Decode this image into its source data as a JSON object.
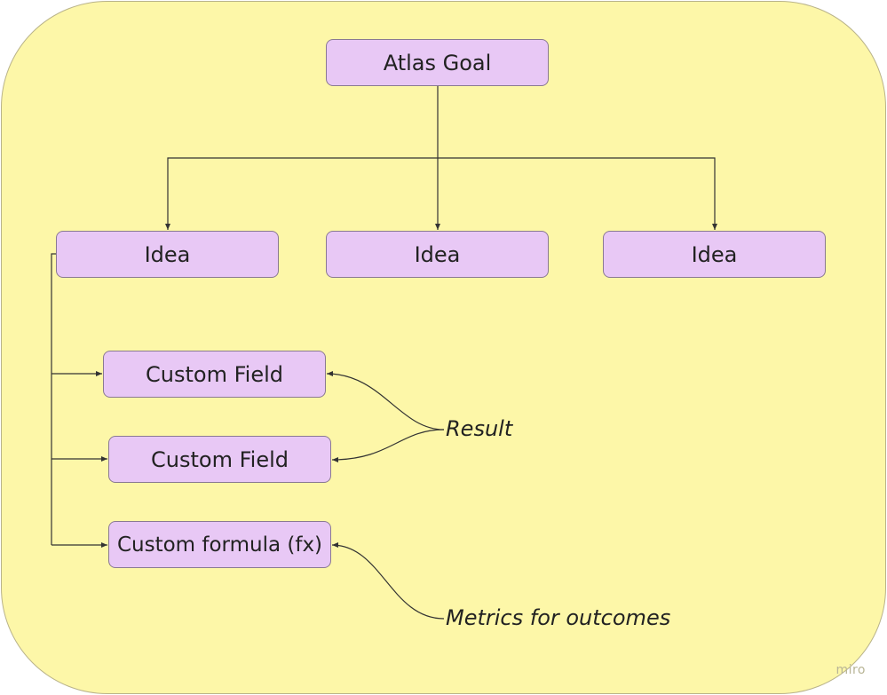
{
  "diagram": {
    "colors": {
      "board": "#fdf7a8",
      "node": "#e8c8f5",
      "line": "#333333"
    },
    "goal": {
      "label": "Atlas Goal"
    },
    "ideas": [
      {
        "label": "Idea"
      },
      {
        "label": "Idea"
      },
      {
        "label": "Idea"
      }
    ],
    "fields": [
      {
        "label": "Custom Field"
      },
      {
        "label": "Custom Field"
      },
      {
        "label": "Custom formula (fx)"
      }
    ],
    "annotations": {
      "result": "Result",
      "metrics": "Metrics for outcomes"
    },
    "watermark": "miro"
  }
}
